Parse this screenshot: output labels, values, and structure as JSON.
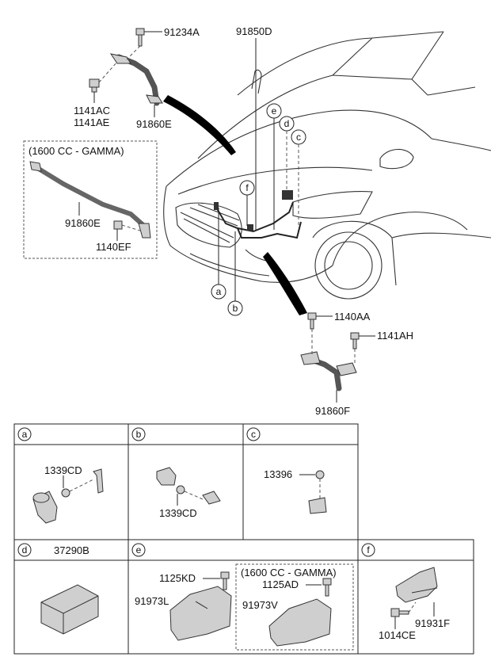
{
  "top_labels": {
    "p91234A": "91234A",
    "p91850D": "91850D",
    "p1141AC": "1141AC",
    "p1141AE": "1141AE",
    "p91860E_top": "91860E",
    "gamma_box_title": "(1600 CC - GAMMA)",
    "p91860E_box": "91860E",
    "p1140EF": "1140EF",
    "p1140AA": "1140AA",
    "p1141AH": "1141AH",
    "p91860F": "91860F"
  },
  "callouts": {
    "a": "a",
    "b": "b",
    "c": "c",
    "d": "d",
    "e": "e",
    "f": "f"
  },
  "table": {
    "headers": {
      "a": "a",
      "b": "b",
      "c": "c",
      "d": "d",
      "e": "e",
      "f": "f"
    },
    "cell_a": {
      "part1": "1339CD"
    },
    "cell_b": {
      "part1": "1339CD"
    },
    "cell_c": {
      "part1": "13396"
    },
    "cell_d": {
      "part1": "37290B"
    },
    "cell_e": {
      "part1": "1125KD",
      "part2": "91973L",
      "gamma_title": "(1600 CC - GAMMA)",
      "part3": "1125AD",
      "part4": "91973V"
    },
    "cell_f": {
      "part1": "91931F",
      "part2": "1014CE"
    }
  }
}
